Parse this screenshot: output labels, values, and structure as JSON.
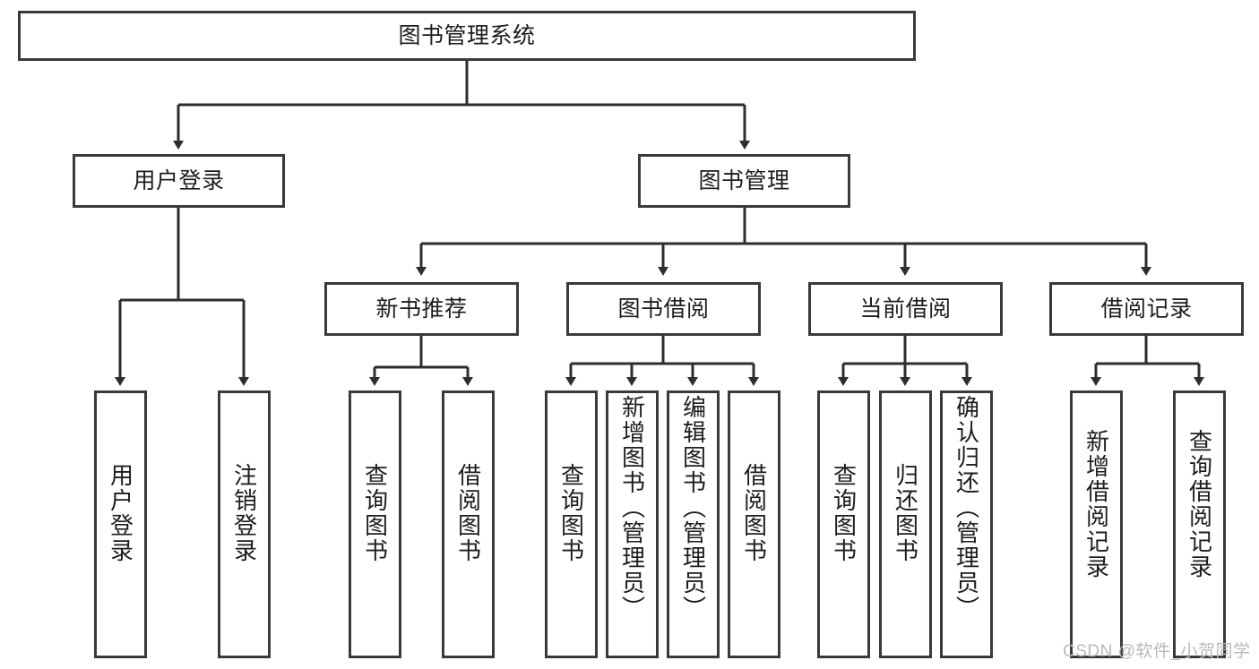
{
  "diagram": {
    "title_node": {
      "label": "图书管理系统"
    },
    "level2": [
      {
        "id": "user-login",
        "label": "用户登录"
      },
      {
        "id": "book-management",
        "label": "图书管理"
      }
    ],
    "level3": [
      {
        "id": "new-book-recommend",
        "label": "新书推荐"
      },
      {
        "id": "book-borrow",
        "label": "图书借阅"
      },
      {
        "id": "current-borrow",
        "label": "当前借阅"
      },
      {
        "id": "borrow-record",
        "label": "借阅记录"
      }
    ],
    "leaves": [
      {
        "id": "leaf-user-login",
        "label": "用户登录",
        "parent": "user-login"
      },
      {
        "id": "leaf-user-logout",
        "label": "注销登录",
        "parent": "user-login"
      },
      {
        "id": "leaf-query-book-1",
        "label": "查询图书",
        "parent": "new-book-recommend"
      },
      {
        "id": "leaf-borrow-book-1",
        "label": "借阅图书",
        "parent": "new-book-recommend"
      },
      {
        "id": "leaf-query-book-2",
        "label": "查询图书",
        "parent": "book-borrow"
      },
      {
        "id": "leaf-add-book",
        "label": "新增图书（管理员）",
        "parent": "book-borrow"
      },
      {
        "id": "leaf-edit-book",
        "label": "编辑图书（管理员）",
        "parent": "book-borrow"
      },
      {
        "id": "leaf-borrow-book-2",
        "label": "借阅图书",
        "parent": "book-borrow"
      },
      {
        "id": "leaf-query-book-3",
        "label": "查询图书",
        "parent": "current-borrow"
      },
      {
        "id": "leaf-return-book",
        "label": "归还图书",
        "parent": "current-borrow"
      },
      {
        "id": "leaf-confirm-return",
        "label": "确认归还（管理员）",
        "parent": "current-borrow"
      },
      {
        "id": "leaf-add-record",
        "label": "新增借阅记录",
        "parent": "borrow-record"
      },
      {
        "id": "leaf-query-record",
        "label": "查询借阅记录",
        "parent": "borrow-record"
      }
    ],
    "watermark": "CSDN @软件_小贺同学",
    "colors": {
      "box_border": "#3a3a3a",
      "box_fill": "#ffffff",
      "edge": "#2e2e2e",
      "text": "#1d1d1d",
      "watermark": "#b9b9b9",
      "background": "#ffffff"
    }
  }
}
